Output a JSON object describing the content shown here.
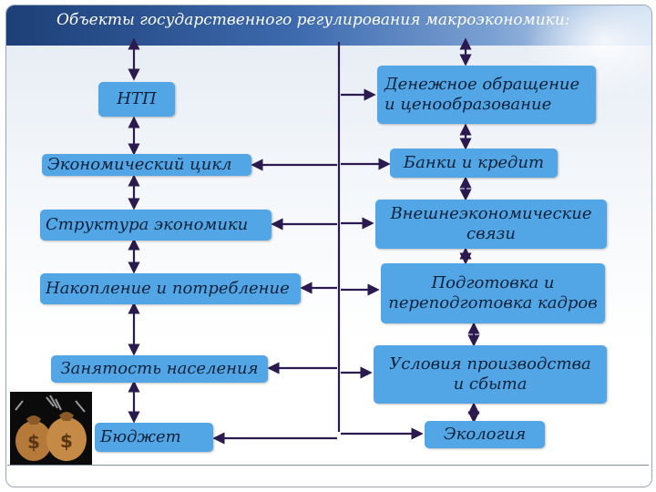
{
  "title": "Объекты государственного регулирования макроэкономики:",
  "left_boxes": {
    "ntp": "НТП",
    "cycle": "Экономический цикл",
    "structure": "Структура экономики",
    "accumulation": "Накопление и потребление",
    "employment": "Занятость населения",
    "budget": "Бюджет"
  },
  "right_boxes": {
    "money_circulation": [
      "Денежное обращение",
      "и ценообразование"
    ],
    "banks": "Банки и кредит",
    "foreign": [
      "Внешнеэкономические",
      "связи"
    ],
    "training": [
      "Подготовка и",
      "переподготовка кадров"
    ],
    "conditions": [
      "Условия производства",
      "и сбыта"
    ],
    "ecology": "Экология"
  },
  "colors": {
    "box_fill": "#52a6e6",
    "arrow": "#2a1a4f",
    "title_bar_dark": "#1d3f77"
  },
  "icons": [
    "money-bags-icon"
  ]
}
